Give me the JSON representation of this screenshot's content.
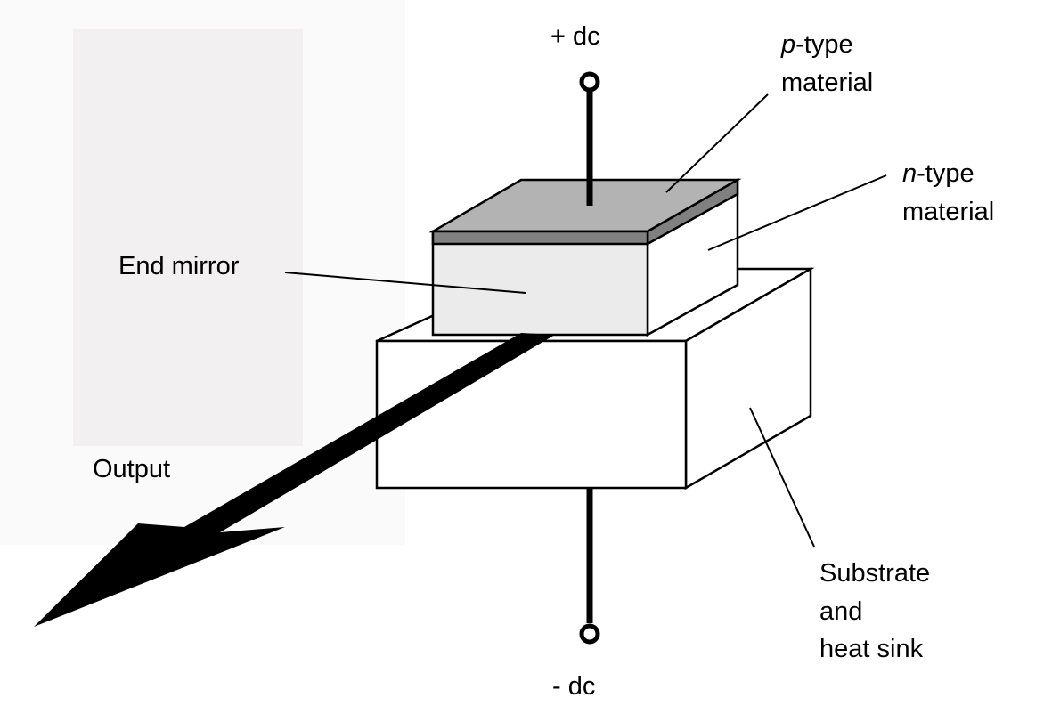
{
  "diagram": {
    "title": "",
    "labels": {
      "plus_dc": "+ dc",
      "minus_dc": "- dc",
      "p_type_prefix": "p",
      "p_type_suffix": "-type",
      "p_type_line2": "material",
      "n_type_prefix": "n",
      "n_type_suffix": "-type",
      "n_type_line2": "material",
      "end_mirror": "End mirror",
      "output": "Output",
      "substrate_line1": "Substrate",
      "substrate_line2": "and",
      "substrate_line3": "heat sink"
    },
    "colors": {
      "p_layer_top": "#b3b3b3",
      "junction_stripe": "#808080",
      "n_layer_face": "#ebebeb",
      "n_layer_side": "#ffffff",
      "substrate": "#ffffff",
      "background_panel": "#f2f0f0",
      "stroke": "#000000"
    }
  }
}
